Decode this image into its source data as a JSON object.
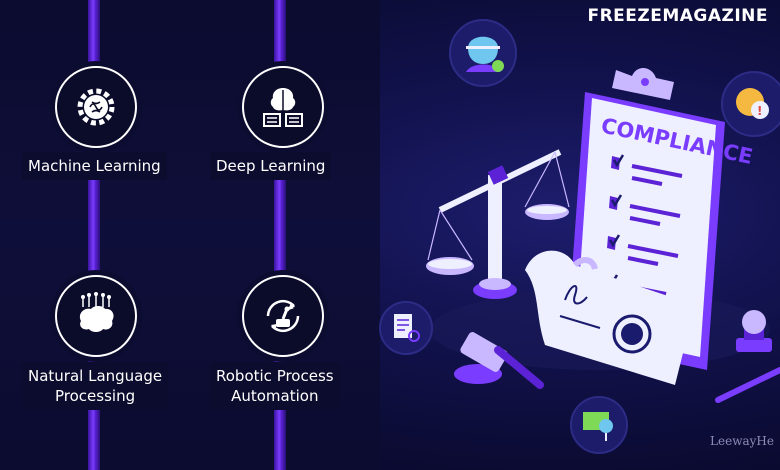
{
  "brand": {
    "name": "FREEZEMAGAZINE"
  },
  "watermark": "LeewayHe",
  "nodes": [
    {
      "label": "Machine Learning",
      "icon": "gear-brain-icon"
    },
    {
      "label": "Deep Learning",
      "icon": "brain-book-icon"
    },
    {
      "label": "Natural Language Processing",
      "line1": "Natural Language",
      "line2": "Processing",
      "icon": "circuit-brain-icon"
    },
    {
      "label": "Robotic Process Automation",
      "line1": "Robotic Process",
      "line2": "Automation",
      "icon": "robot-arm-cycle-icon"
    }
  ],
  "illustration": {
    "clipboard_title": "COMPLIANCE",
    "colors": {
      "accent": "#7a3cff",
      "lavender": "#c9b8ff",
      "sky": "#6fc7f0",
      "paper": "#eef0ff"
    }
  }
}
